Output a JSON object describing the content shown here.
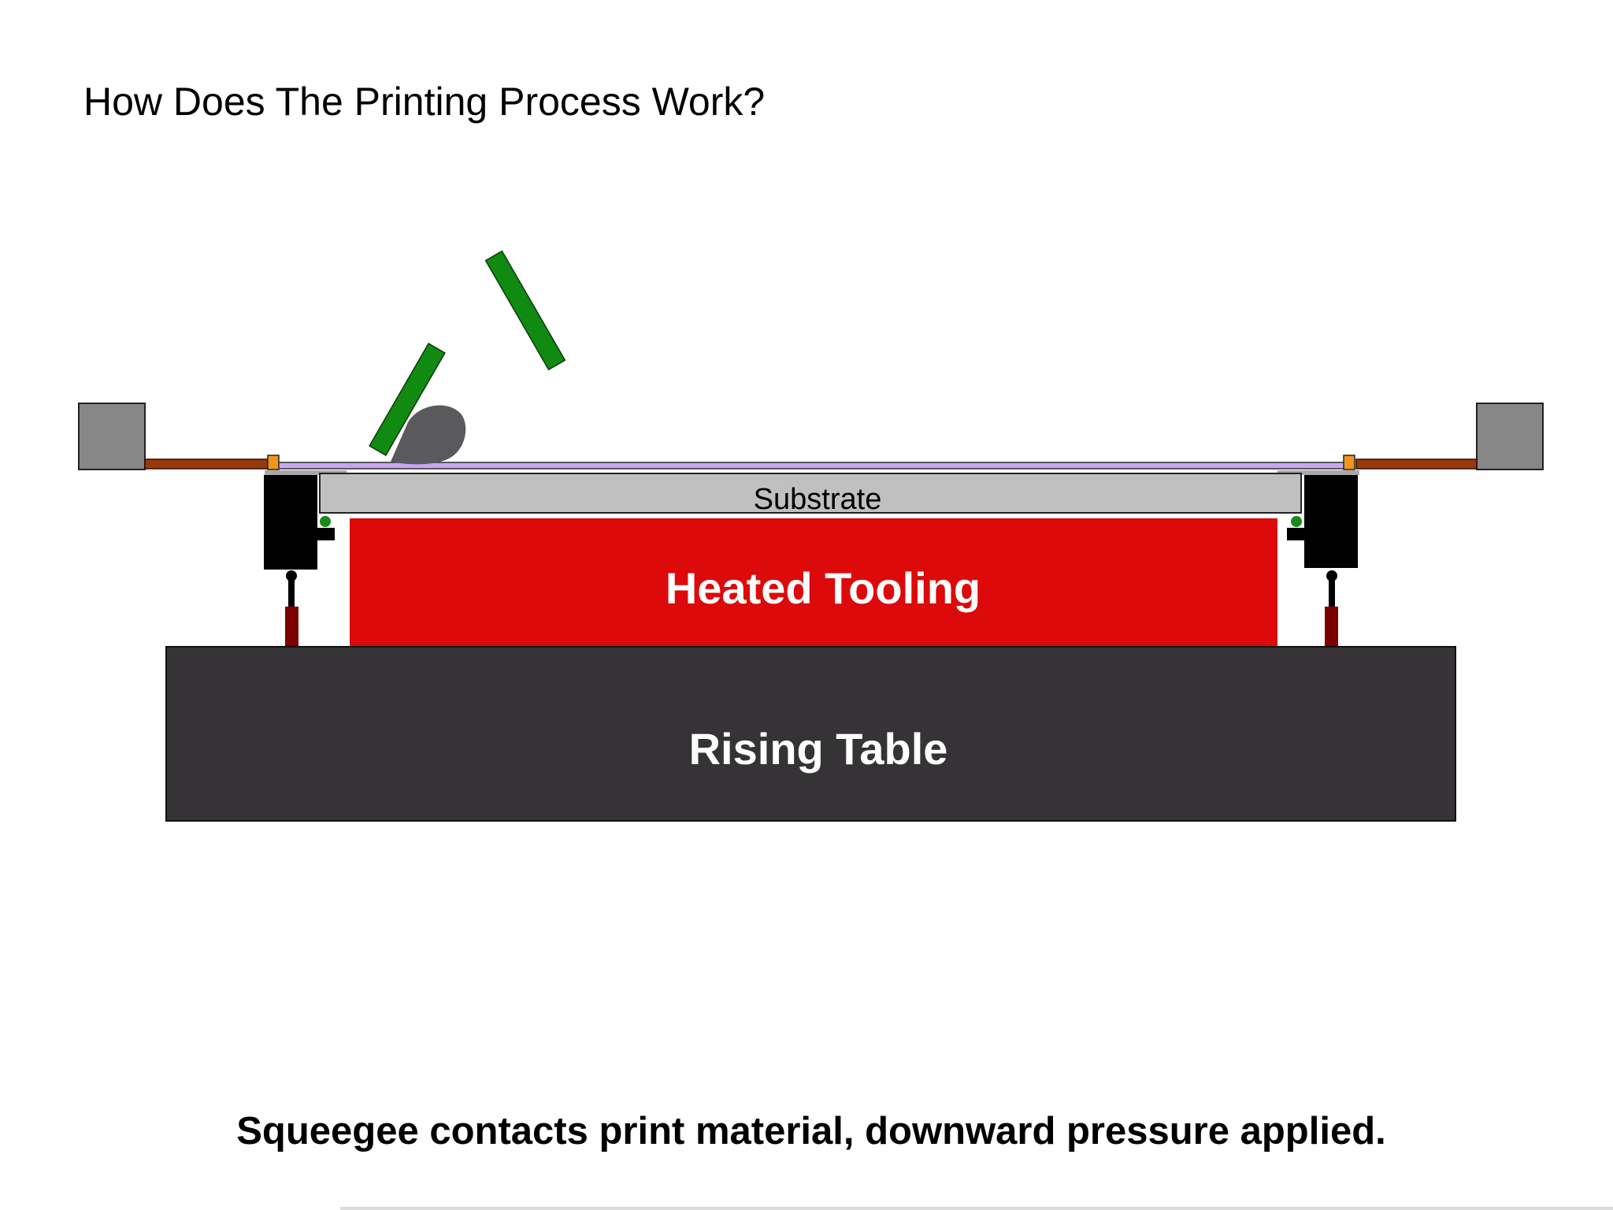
{
  "title": "How Does The Printing Process Work?",
  "labels": {
    "substrate": "Substrate",
    "heated_tooling": "Heated Tooling",
    "rising_table": "Rising Table"
  },
  "caption": "Squeegee contacts print material, downward pressure applied.",
  "colors": {
    "frame_block": "#878787",
    "frame_rail": "#9a3a0c",
    "clamp": "#f0961e",
    "screen_mesh": "#c9a6f0",
    "substrate": "#c0c0c0",
    "heated_tooling": "#dc0a0a",
    "rising_table": "#353335",
    "squeegee": "#118a11",
    "print_material": "#5a5a5c",
    "support_block": "#000000",
    "support_post": "#7d0000",
    "sensor_dot": "#1a8a1a"
  }
}
